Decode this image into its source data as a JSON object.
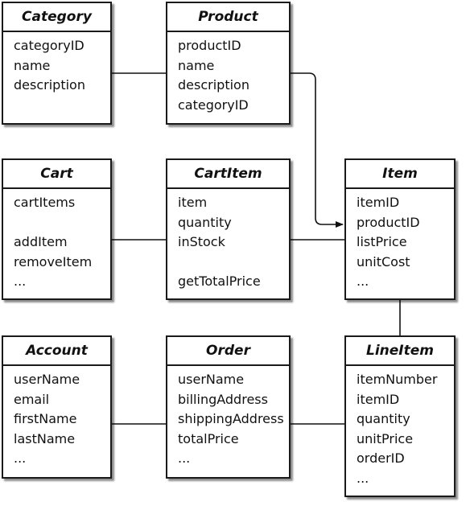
{
  "entities": {
    "category": {
      "title": "Category",
      "fields": [
        "categoryID",
        "name",
        "description"
      ]
    },
    "product": {
      "title": "Product",
      "fields": [
        "productID",
        "name",
        "description",
        "categoryID"
      ]
    },
    "cart": {
      "title": "Cart",
      "fields": [
        "cartItems",
        "",
        "addItem",
        "removeItem",
        "..."
      ]
    },
    "cartitem": {
      "title": "CartItem",
      "fields": [
        "item",
        "quantity",
        "inStock",
        "",
        "getTotalPrice"
      ]
    },
    "item": {
      "title": "Item",
      "fields": [
        "itemID",
        "productID",
        "listPrice",
        "unitCost",
        "..."
      ]
    },
    "account": {
      "title": "Account",
      "fields": [
        "userName",
        "email",
        "firstName",
        "lastName",
        "..."
      ]
    },
    "order": {
      "title": "Order",
      "fields": [
        "userName",
        "billingAddress",
        "shippingAddress",
        "totalPrice",
        "..."
      ]
    },
    "lineitem": {
      "title": "LineItem",
      "fields": [
        "itemNumber",
        "itemID",
        "quantity",
        "unitPrice",
        "orderID",
        "..."
      ]
    }
  }
}
